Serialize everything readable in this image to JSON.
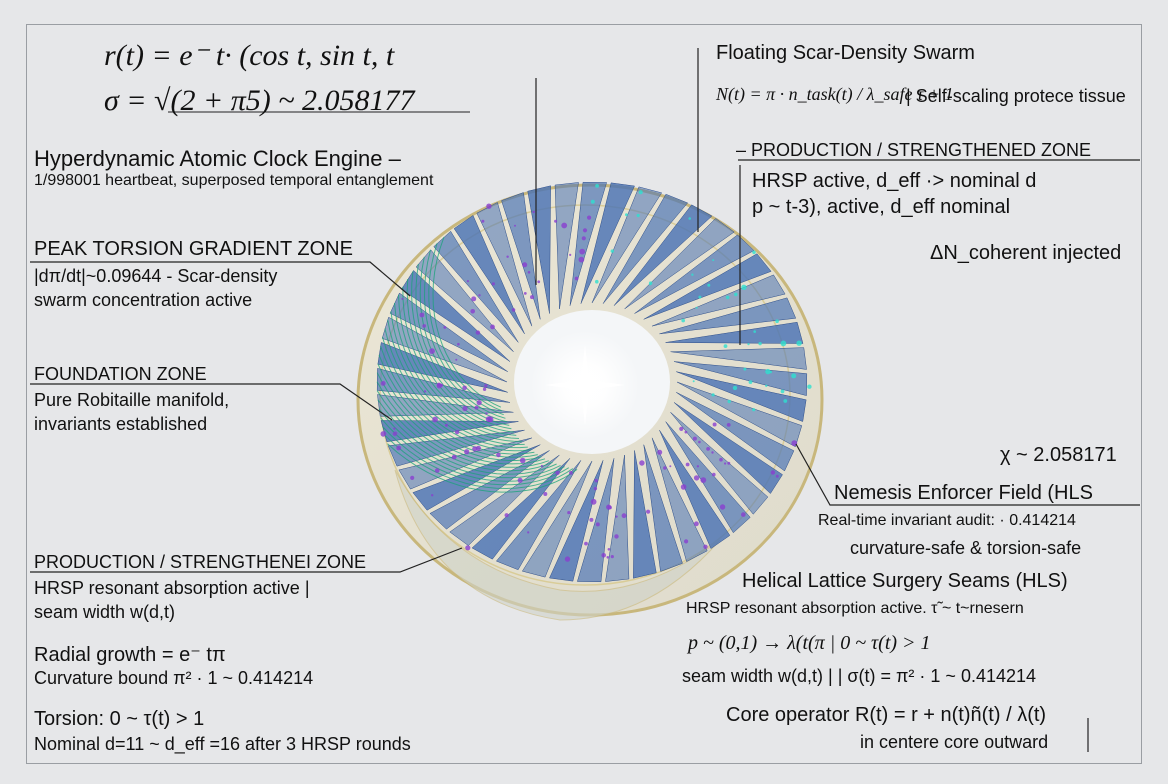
{
  "colors": {
    "background": "#e6e7e9",
    "fan_blue": "#4a73b5",
    "lattice_green": "#1aa37a",
    "torus_gold": "#cfc08a",
    "particle_purple": "#8a3fd0",
    "particle_cyan": "#2ee0d0"
  },
  "equations": {
    "r": "r(t) = e⁻ t· (cos t, sin t, t",
    "sigma": "σ = √(2 + π5) ~ 2.058177"
  },
  "left": {
    "clock_title": "Hyperdynamic Atomic Clock Engine –",
    "clock_sub": "1/998001 heartbeat, superposed temporal entanglement",
    "peak_title": "PEAK TORSION GRADIENT ZONE",
    "peak_line1": "|dπ/dt|~0.09644 - Scar-density",
    "peak_line2": "swarm concentration active",
    "foundation_title": "FOUNDATION ZONE",
    "foundation_line1": "Pure Robitaille manifold,",
    "foundation_line2": "invariants established",
    "production_title": "PRODUCTION / STRENGTHENEI ZONE",
    "production_line1": "HRSP resonant absorption active |",
    "production_line2": "seam width w(d,t)",
    "radial": "Radial growth = e⁻ tπ",
    "curvature": "Curvature bound π² · 1 ~ 0.414214",
    "torsion": "Torsion:  0 ~ τ(t) > 1",
    "nominal": "Nominal d=11 ~ d_eff =16 after 3 HRSP rounds"
  },
  "right": {
    "swarm_title": "Floating Scar-Density Swarm",
    "swarm_eq": "N(t) = π · n_task(t) / λ_safe τ + 1",
    "swarm_note": "| Self-scaling protece tissue",
    "prod_title": "– PRODUCTION / STRENGTHENED ZONE",
    "prod_line1": "HRSP active, d_eff ·> nominal d",
    "prod_line2": "p ~ t-3), active, d_eff   nominal",
    "delta": "ΔN_coherent  injected",
    "chi": "χ ~ 2.058171",
    "nemesis_title": "Nemesis Enforcer Field (HLS",
    "nemesis_line1": "Real-time invariant audit: · 0.414214",
    "nemesis_line2": "curvature-safe & torsion-safe",
    "helical_title": "Helical Lattice Surgery Seams (HLS)",
    "helical_line1": "HRSP resonant absorption active. τ̃ ~ t~rnesern",
    "helical_line2": "p ~ (0,1) → λ(t(π   | 0 ~ τ(t) > 1",
    "seam": "seam width  w(d,t) |  | σ(t) = π² · 1 ~ 0.414214",
    "core": "Core operator R(t) = r + n(t)ñ(t) / λ(t)",
    "center": "in centere core outward"
  }
}
